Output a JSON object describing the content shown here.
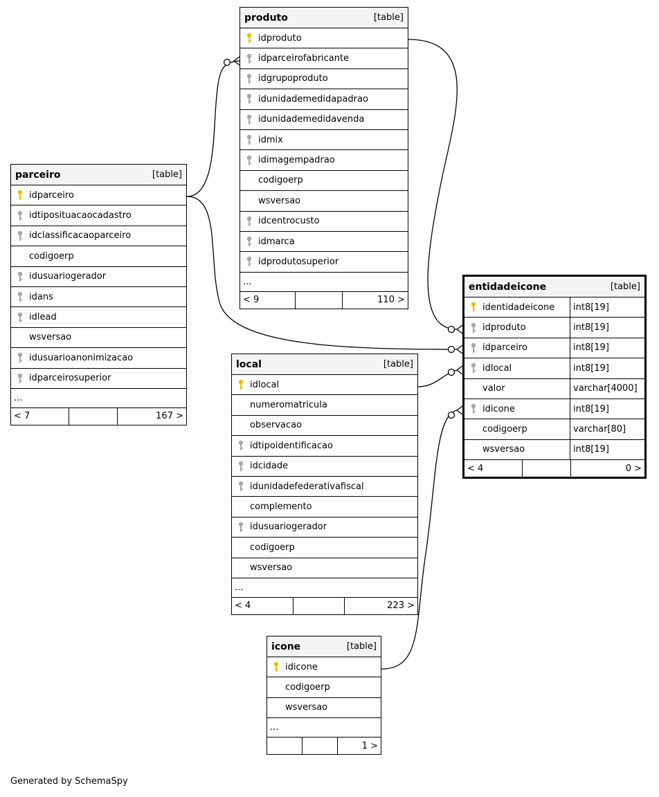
{
  "tables": {
    "produto": {
      "name": "produto",
      "type": "[table]",
      "columns": [
        {
          "name": "idproduto",
          "key": "primary"
        },
        {
          "name": "idparceirofabricante",
          "key": "foreign"
        },
        {
          "name": "idgrupoproduto",
          "key": "foreign"
        },
        {
          "name": "idunidademedidapadrao",
          "key": "foreign"
        },
        {
          "name": "idunidademedidavenda",
          "key": "foreign"
        },
        {
          "name": "idmix",
          "key": "foreign"
        },
        {
          "name": "idimagempadrao",
          "key": "foreign"
        },
        {
          "name": "codigoerp",
          "key": "none"
        },
        {
          "name": "wsversao",
          "key": "none"
        },
        {
          "name": "idcentrocusto",
          "key": "foreign"
        },
        {
          "name": "idmarca",
          "key": "foreign"
        },
        {
          "name": "idprodutosuperior",
          "key": "foreign"
        }
      ],
      "ellipsis": "...",
      "footer": {
        "parents": "< 9",
        "middle": "",
        "children": "110 >"
      }
    },
    "parceiro": {
      "name": "parceiro",
      "type": "[table]",
      "columns": [
        {
          "name": "idparceiro",
          "key": "primary"
        },
        {
          "name": "idtiposituacaocadastro",
          "key": "foreign"
        },
        {
          "name": "idclassificacaoparceiro",
          "key": "foreign"
        },
        {
          "name": "codigoerp",
          "key": "none"
        },
        {
          "name": "idusuariogerador",
          "key": "foreign"
        },
        {
          "name": "idans",
          "key": "foreign"
        },
        {
          "name": "idlead",
          "key": "foreign"
        },
        {
          "name": "wsversao",
          "key": "none"
        },
        {
          "name": "idusuarioanonimizacao",
          "key": "foreign"
        },
        {
          "name": "idparceirosuperior",
          "key": "foreign"
        }
      ],
      "ellipsis": "...",
      "footer": {
        "parents": "< 7",
        "middle": "",
        "children": "167 >"
      }
    },
    "entidadeicone": {
      "name": "entidadeicone",
      "type": "[table]",
      "columns": [
        {
          "name": "identidadeicone",
          "key": "primary",
          "type": "int8[19]"
        },
        {
          "name": "idproduto",
          "key": "foreign",
          "type": "int8[19]"
        },
        {
          "name": "idparceiro",
          "key": "foreign",
          "type": "int8[19]"
        },
        {
          "name": "idlocal",
          "key": "foreign",
          "type": "int8[19]"
        },
        {
          "name": "valor",
          "key": "none",
          "type": "varchar[4000]"
        },
        {
          "name": "idicone",
          "key": "foreign",
          "type": "int8[19]"
        },
        {
          "name": "codigoerp",
          "key": "none",
          "type": "varchar[80]"
        },
        {
          "name": "wsversao",
          "key": "none",
          "type": "int8[19]"
        }
      ],
      "footer": {
        "parents": "< 4",
        "middle": "",
        "children": "0 >"
      }
    },
    "local": {
      "name": "local",
      "type": "[table]",
      "columns": [
        {
          "name": "idlocal",
          "key": "primary"
        },
        {
          "name": "numeromatricula",
          "key": "none"
        },
        {
          "name": "observacao",
          "key": "none"
        },
        {
          "name": "idtipoidentificacao",
          "key": "foreign"
        },
        {
          "name": "idcidade",
          "key": "foreign"
        },
        {
          "name": "idunidadefederativafiscal",
          "key": "foreign"
        },
        {
          "name": "complemento",
          "key": "none"
        },
        {
          "name": "idusuariogerador",
          "key": "foreign"
        },
        {
          "name": "codigoerp",
          "key": "none"
        },
        {
          "name": "wsversao",
          "key": "none"
        }
      ],
      "ellipsis": "...",
      "footer": {
        "parents": "< 4",
        "middle": "",
        "children": "223 >"
      }
    },
    "icone": {
      "name": "icone",
      "type": "[table]",
      "columns": [
        {
          "name": "idicone",
          "key": "primary"
        },
        {
          "name": "codigoerp",
          "key": "none"
        },
        {
          "name": "wsversao",
          "key": "none"
        }
      ],
      "ellipsis": "...",
      "footer": {
        "parents": "",
        "middle": "",
        "children": "1 >"
      }
    }
  },
  "colors": {
    "primary_key": "#e8c400",
    "foreign_key": "#a8a8a8",
    "header_bg": "#f4f4f4"
  },
  "icons": {
    "primary": "key-icon",
    "foreign": "key-icon"
  },
  "credit": "Generated by SchemaSpy"
}
